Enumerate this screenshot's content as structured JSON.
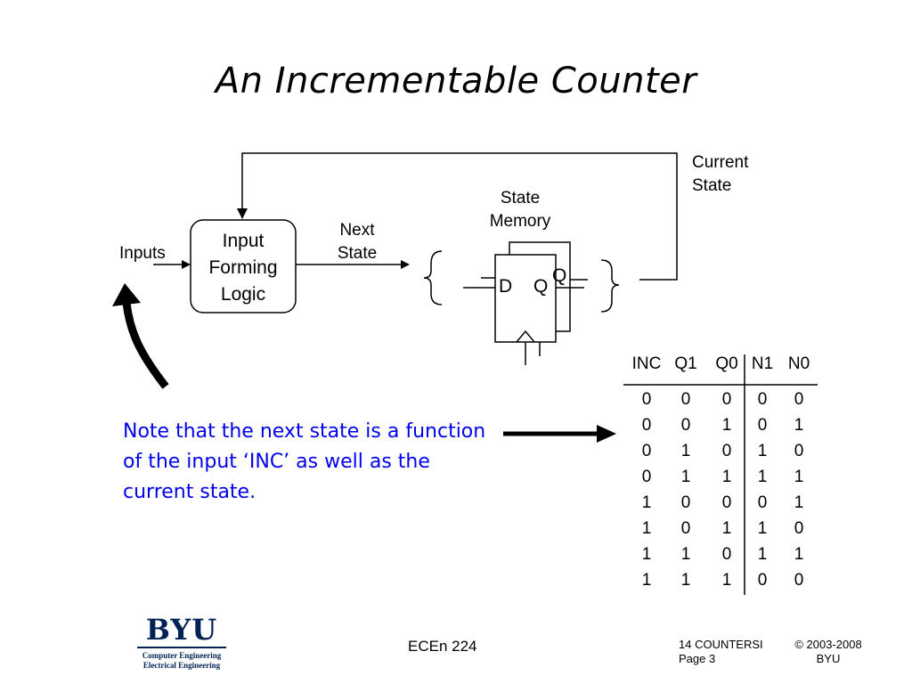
{
  "title": "An Incrementable Counter",
  "diagram": {
    "current_state_label": [
      "Current",
      "State"
    ],
    "state_memory_label": [
      "State",
      "Memory"
    ],
    "next_state_label": [
      "Next",
      "State"
    ],
    "inputs_label": "Inputs",
    "logic_label": [
      "Input",
      "Forming",
      "Logic"
    ],
    "flipflop_d": "D",
    "flipflop_q": "Q",
    "flipflop_back_q": "Q"
  },
  "note": "Note that the next state is a function of the input ‘INC’ as well as the current state.",
  "table": {
    "headers": [
      "INC",
      "Q1",
      "Q0",
      "N1",
      "N0"
    ],
    "rows": [
      [
        "0",
        "0",
        "0",
        "0",
        "0"
      ],
      [
        "0",
        "0",
        "1",
        "0",
        "1"
      ],
      [
        "0",
        "1",
        "0",
        "1",
        "0"
      ],
      [
        "0",
        "1",
        "1",
        "1",
        "1"
      ],
      [
        "1",
        "0",
        "0",
        "0",
        "1"
      ],
      [
        "1",
        "0",
        "1",
        "1",
        "0"
      ],
      [
        "1",
        "1",
        "0",
        "1",
        "1"
      ],
      [
        "1",
        "1",
        "1",
        "0",
        "0"
      ]
    ]
  },
  "footer": {
    "logo_main": "BYU",
    "logo_sub1": "Computer Engineering",
    "logo_sub2": "Electrical Engineering",
    "course": "ECEn 224",
    "chapter": "14 COUNTERSI",
    "page": "Page 3",
    "copyright": "© 2003-2008",
    "org": "BYU"
  },
  "colors": {
    "note_text": "#0000ee",
    "logo": "#002255"
  }
}
